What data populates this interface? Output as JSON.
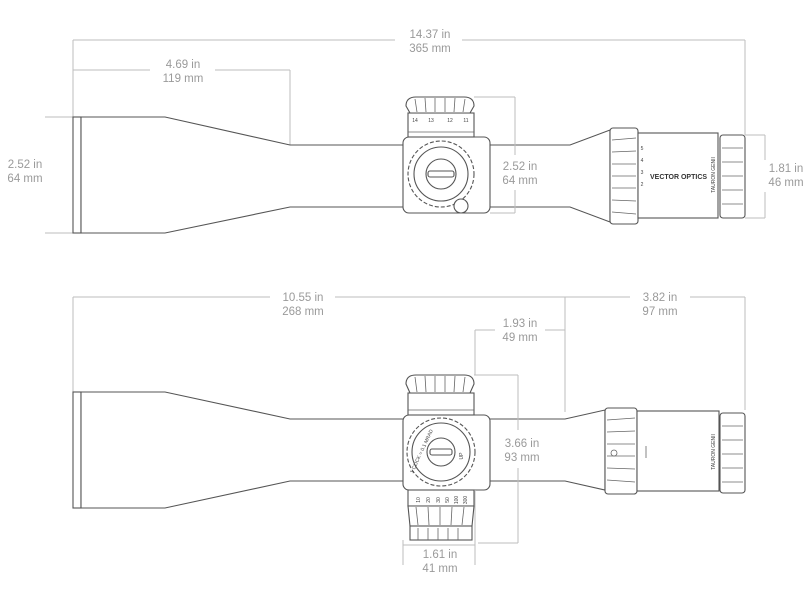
{
  "top_view": {
    "overall_length": {
      "in": "14.37 in",
      "mm": "365 mm"
    },
    "objective_length": {
      "in": "4.69 in",
      "mm": "119 mm"
    },
    "objective_diameter": {
      "in": "2.52 in",
      "mm": "64 mm"
    },
    "turret_height": {
      "in": "2.52 in",
      "mm": "64 mm"
    },
    "ocular_diameter": {
      "in": "1.81 in",
      "mm": "46 mm"
    },
    "brand": "VECTOR OPTICS",
    "model": "TAURON GENII",
    "turret_numbers": [
      "14",
      "13",
      "12",
      "11"
    ],
    "power_numbers": [
      "2",
      "3",
      "4",
      "5"
    ]
  },
  "bottom_view": {
    "front_length": {
      "in": "10.55 in",
      "mm": "268 mm"
    },
    "rear_length": {
      "in": "3.82 in",
      "mm": "97 mm"
    },
    "turret_to_eyepiece": {
      "in": "1.93 in",
      "mm": "49 mm"
    },
    "turret_total_height": {
      "in": "3.66 in",
      "mm": "93 mm"
    },
    "turret_width": {
      "in": "1.61 in",
      "mm": "41 mm"
    },
    "click_value": "1 CLICK = 0.1 MRAD",
    "direction": "UP",
    "model": "TAURON GENII",
    "parallax_numbers": [
      "10",
      "20",
      "30",
      "50",
      "100",
      "300"
    ]
  }
}
